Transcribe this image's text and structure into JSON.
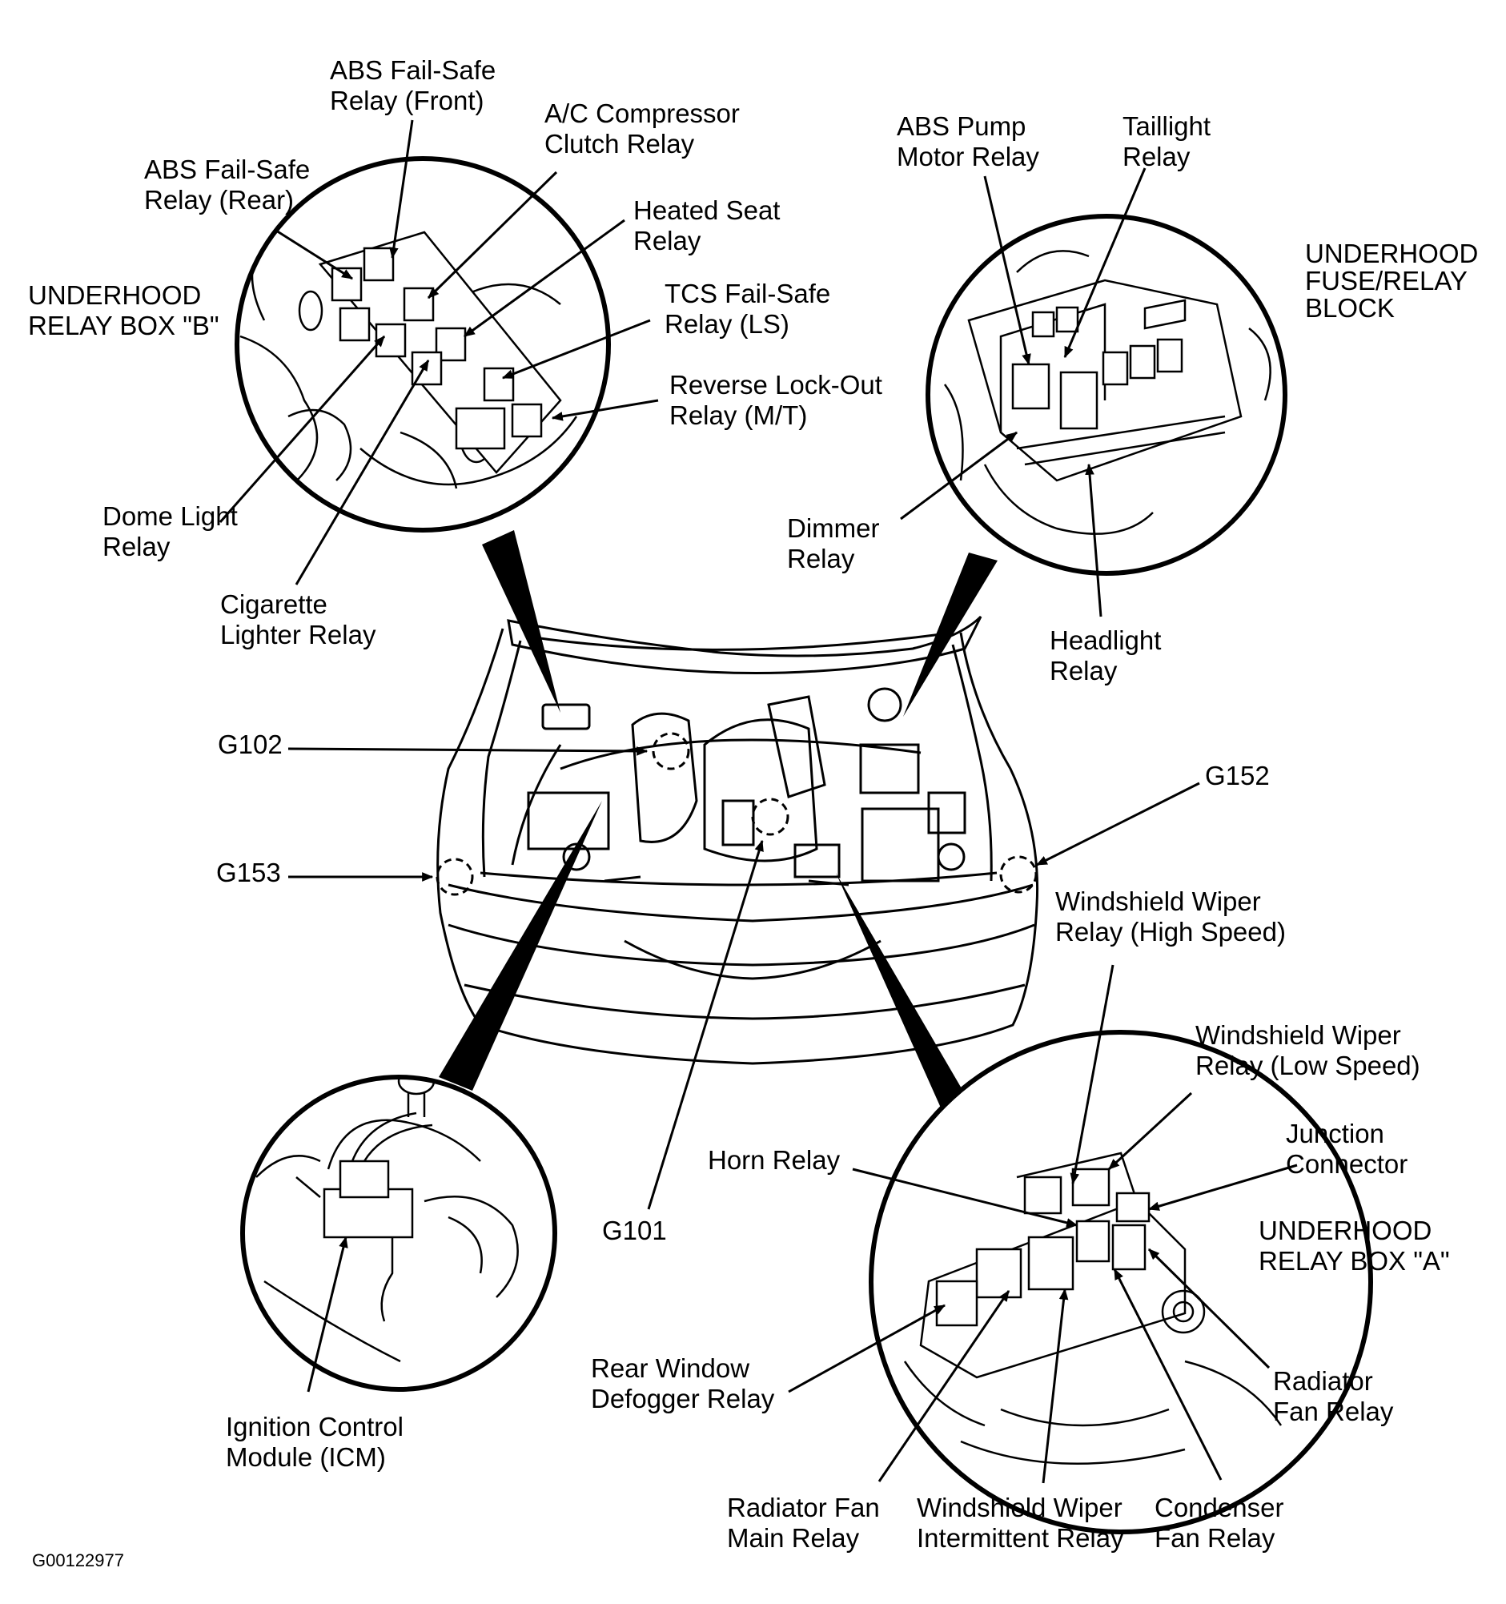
{
  "labels": {
    "abs_failsafe_front": "ABS Fail-Safe\nRelay (Front)",
    "ac_compressor": "A/C Compressor\nClutch Relay",
    "abs_failsafe_rear": "ABS Fail-Safe\nRelay (Rear)",
    "heated_seat": "Heated Seat\nRelay",
    "relay_box_b": "UNDERHOOD\nRELAY BOX \"B\"",
    "tcs_failsafe": "TCS Fail-Safe\nRelay (LS)",
    "reverse_lockout": "Reverse Lock-Out\nRelay (M/T)",
    "dome_light": "Dome Light\nRelay",
    "cigarette_lighter": "Cigarette\nLighter Relay",
    "abs_pump": "ABS Pump\nMotor Relay",
    "taillight": "Taillight\nRelay",
    "fuse_relay_block": "UNDERHOOD\nFUSE/RELAY\nBLOCK",
    "dimmer": "Dimmer\nRelay",
    "headlight": "Headlight\nRelay",
    "g102": "G102",
    "g152": "G152",
    "g153": "G153",
    "g101": "G101",
    "wiper_high": "Windshield Wiper\nRelay (High Speed)",
    "wiper_low": "Windshield Wiper\nRelay (Low Speed)",
    "junction": "Junction\nConnector",
    "horn": "Horn Relay",
    "relay_box_a": "UNDERHOOD\nRELAY BOX \"A\"",
    "rear_defogger": "Rear Window\nDefogger Relay",
    "radiator_fan": "Radiator\nFan Relay",
    "icm": "Ignition Control\nModule (ICM)",
    "radiator_fan_main": "Radiator Fan\nMain Relay",
    "wiper_intermittent": "Windshield Wiper\nIntermittent Relay",
    "condenser_fan": "Condenser\nFan Relay",
    "figure_id": "G00122977"
  }
}
